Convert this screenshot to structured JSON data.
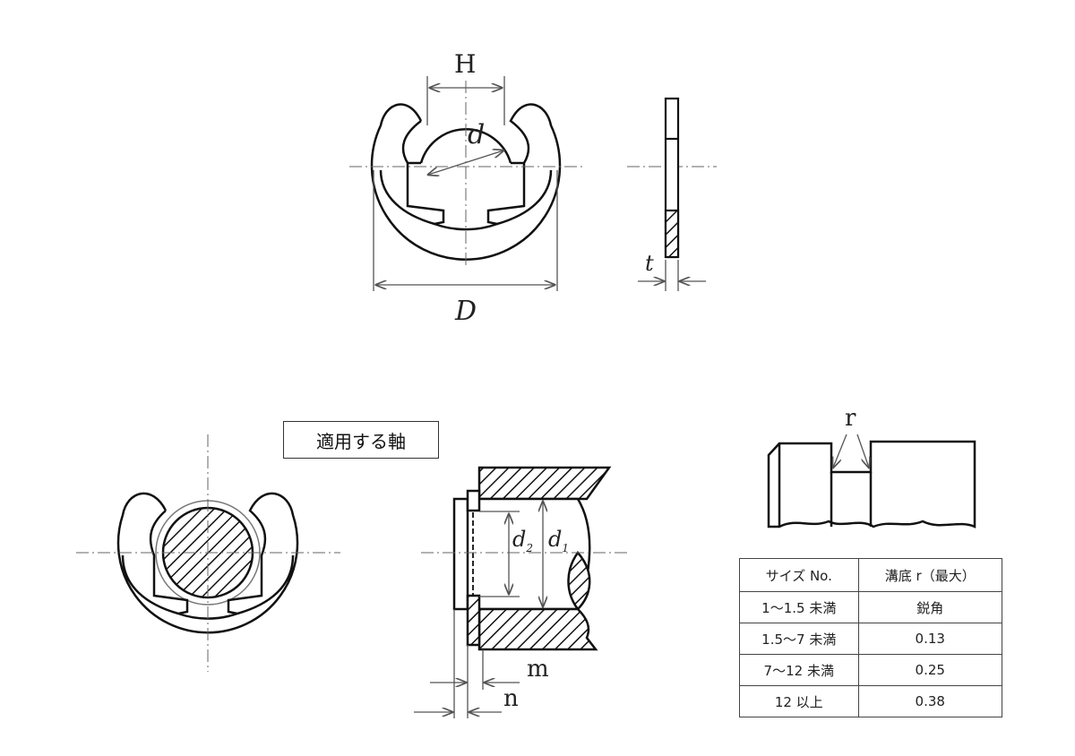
{
  "labels": {
    "H": "H",
    "d": "d",
    "D": "D",
    "t": "t",
    "d1": "d",
    "d1_sub": "1",
    "d2": "d",
    "d2_sub": "2",
    "m": "m",
    "n": "n",
    "r": "r"
  },
  "section_title": "適用する軸",
  "table": {
    "headers": [
      "サイズ No.",
      "溝底 r（最大）"
    ],
    "rows": [
      [
        "1～1.5 未満",
        "鋭角"
      ],
      [
        "1.5～7 未満",
        "0.13"
      ],
      [
        "7～12 未満",
        "0.25"
      ],
      [
        "12 以上",
        "0.38"
      ]
    ]
  },
  "colors": {
    "line": "#111111",
    "dim": "#555555",
    "center": "#666666"
  }
}
